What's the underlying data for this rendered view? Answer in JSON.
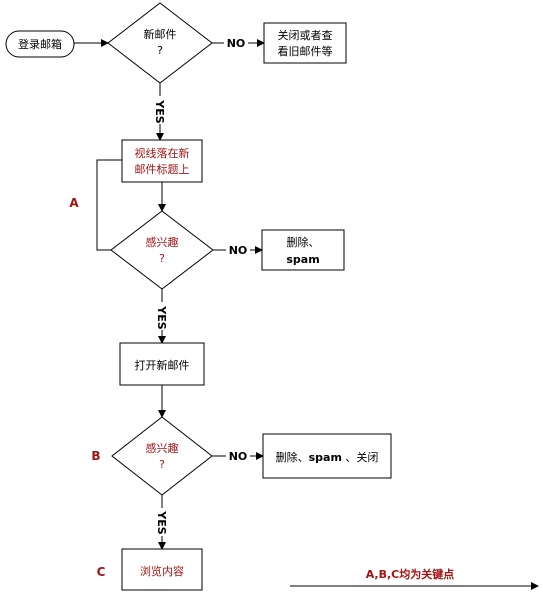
{
  "nodes": {
    "login": "登录邮箱",
    "d1": [
      "新邮件",
      "?"
    ],
    "close_or_view": [
      "关闭或者查",
      "看旧邮件等"
    ],
    "gaze": [
      "视线落在新",
      "邮件标题上"
    ],
    "d2": [
      "感兴趣",
      "?"
    ],
    "delete_spam": [
      "删除、",
      "spam"
    ],
    "open_mail": "打开新邮件",
    "d3": [
      "感兴趣",
      "?"
    ],
    "delete_spam_close": [
      "删除、",
      "spam",
      " 、关闭"
    ],
    "browse": "浏览内容"
  },
  "edge_labels": {
    "no": "NO",
    "yes": "YES"
  },
  "markers": {
    "a": "A",
    "b": "B",
    "c": "C"
  },
  "legend": "A,B,C均为关键点",
  "colors": {
    "line": "#000000",
    "accent_text": "#a31515"
  }
}
